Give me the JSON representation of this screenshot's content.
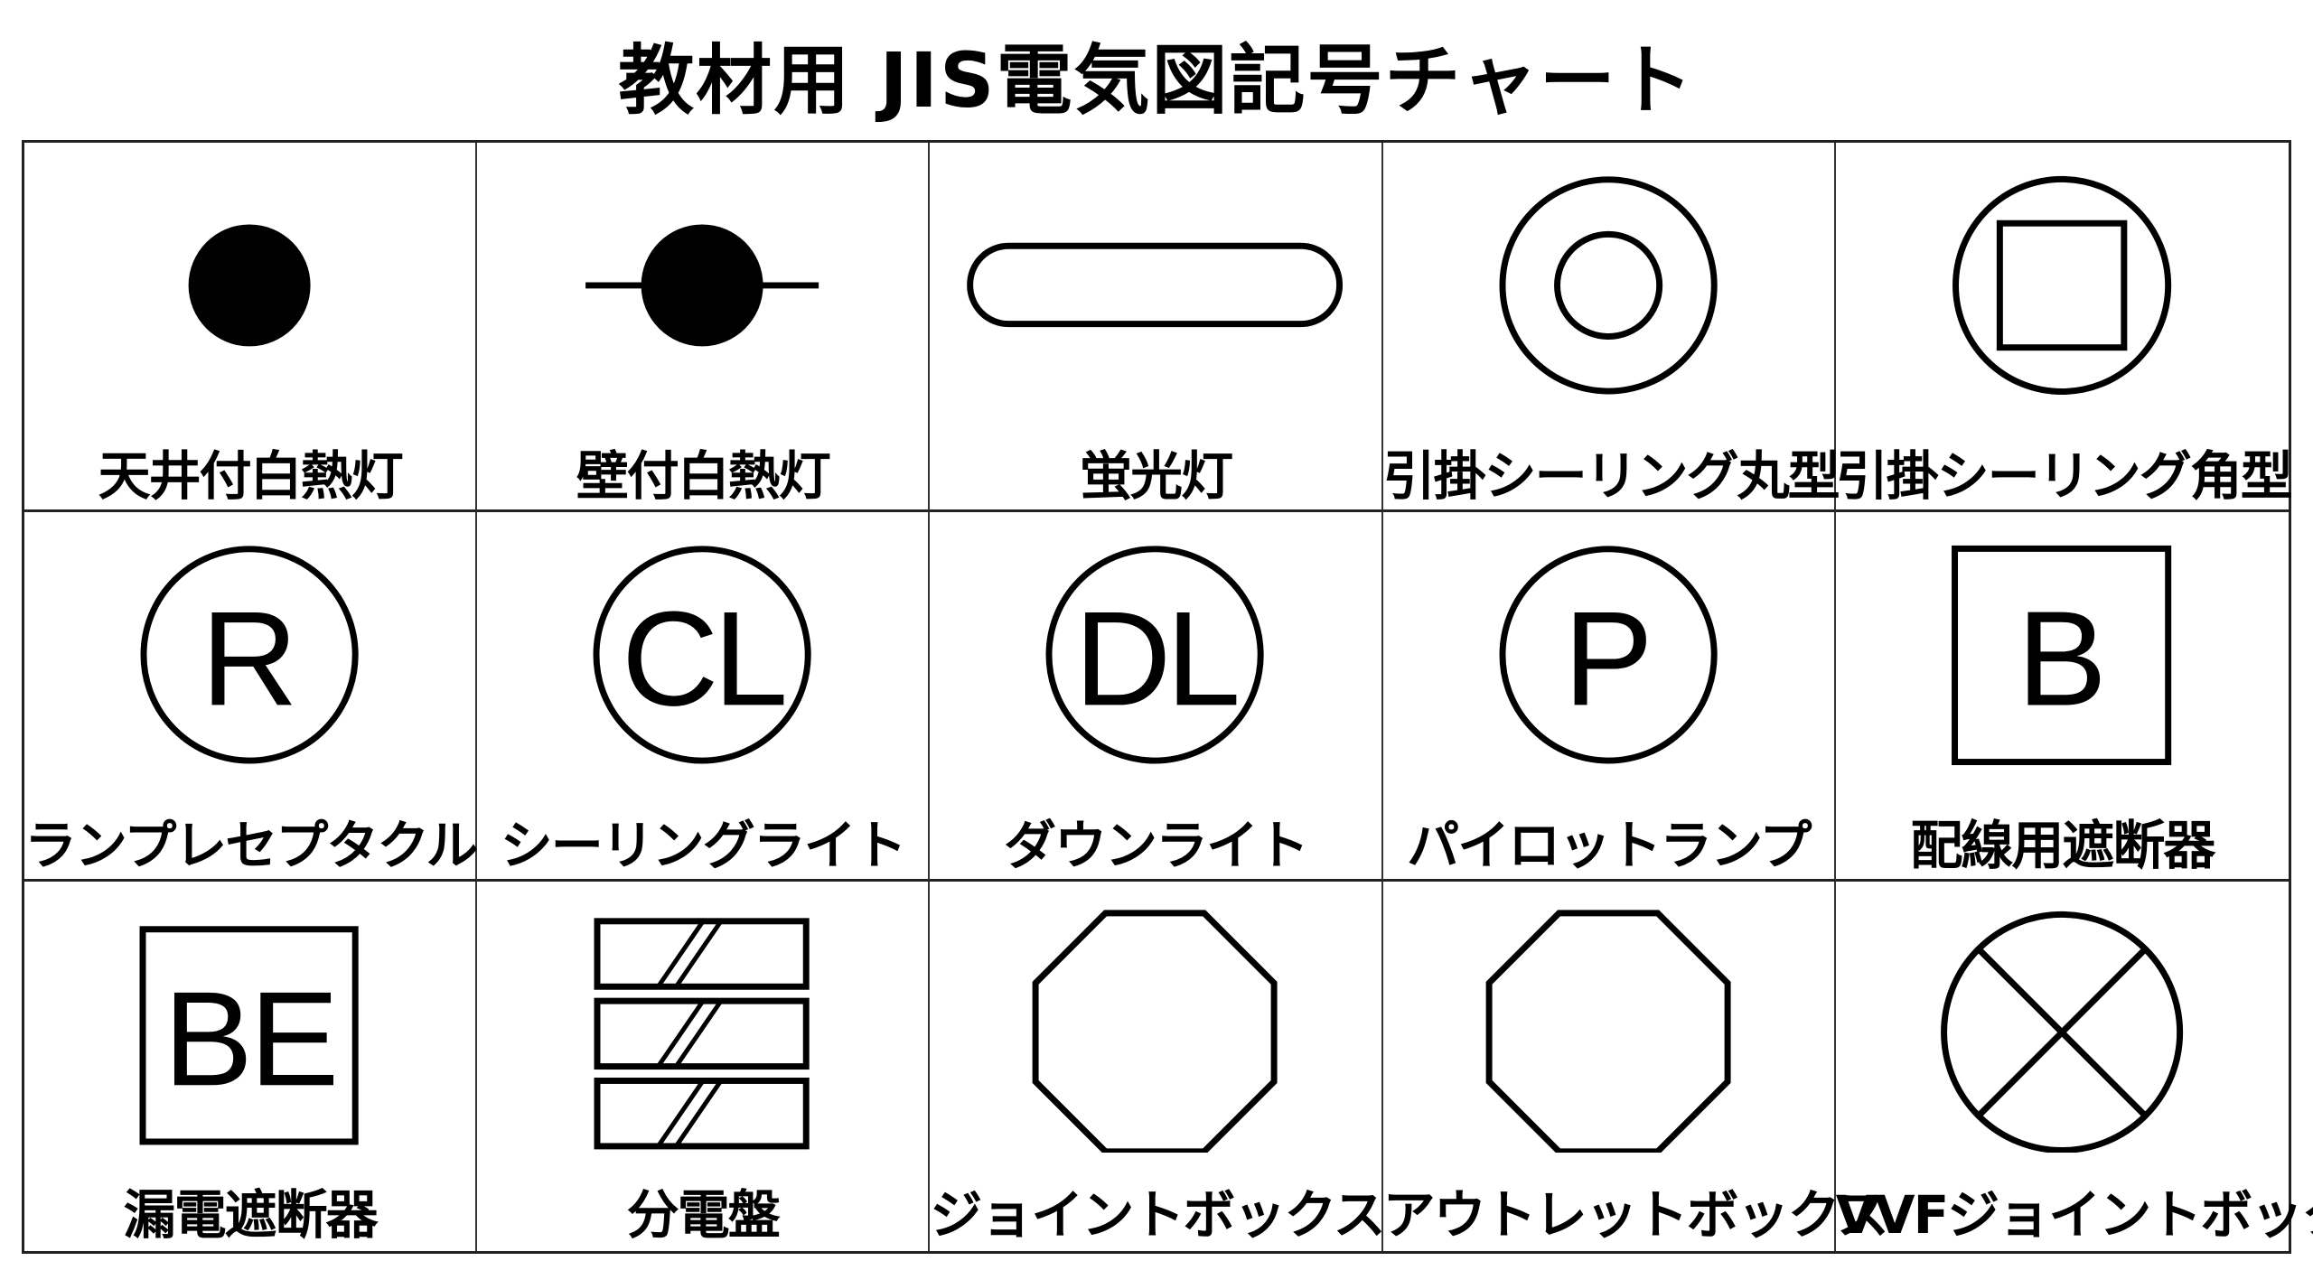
{
  "title": "教材用 JIS電気図記号チャート",
  "symbols": [
    {
      "label": "天井付白熱灯",
      "icon": "filled-circle"
    },
    {
      "label": "壁付白熱灯",
      "icon": "filled-circle-with-line"
    },
    {
      "label": "蛍光灯",
      "icon": "rounded-rectangle"
    },
    {
      "label": "引掛シーリング丸型",
      "icon": "double-circle"
    },
    {
      "label": "引掛シーリング角型",
      "icon": "circle-with-square"
    },
    {
      "label": "ランプレセプタクル",
      "icon": "circle-letter",
      "letter": "R"
    },
    {
      "label": "シーリングライト",
      "icon": "circle-letter",
      "letter": "CL"
    },
    {
      "label": "ダウンライト",
      "icon": "circle-letter",
      "letter": "DL"
    },
    {
      "label": "パイロットランプ",
      "icon": "circle-letter",
      "letter": "P"
    },
    {
      "label": "配線用遮断器",
      "icon": "square-letter",
      "letter": "B"
    },
    {
      "label": "漏電遮断器",
      "icon": "square-letter",
      "letter": "BE"
    },
    {
      "label": "分電盤",
      "icon": "stacked-hatched-rectangles"
    },
    {
      "label": "ジョイントボックス",
      "icon": "octagon"
    },
    {
      "label": "アウトレットボックス",
      "icon": "octagon"
    },
    {
      "label": "VVFジョイントボックス",
      "icon": "circle-with-x"
    }
  ]
}
